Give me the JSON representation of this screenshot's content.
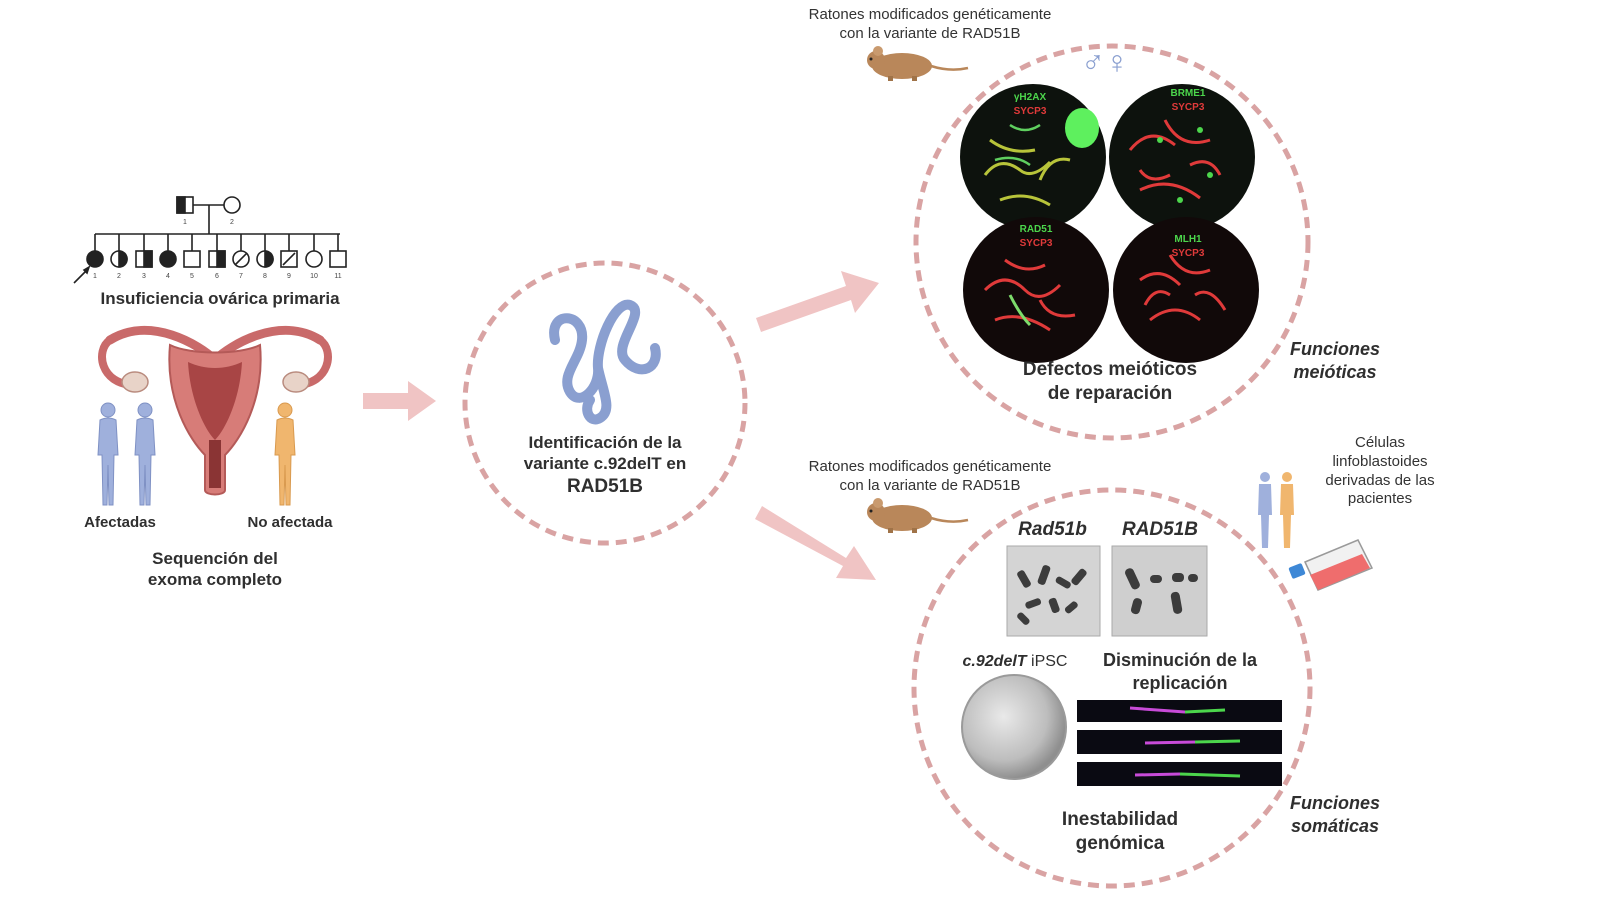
{
  "left": {
    "condition": "Insuficiencia ovárica primaria",
    "affected_label": "Afectadas",
    "unaffected_label": "No afectada",
    "method": [
      "Sequención del",
      "exoma completo"
    ],
    "pedigree_numbers": [
      "1",
      "2",
      "3",
      "4",
      "5",
      "6",
      "7",
      "8",
      "9",
      "10",
      "11"
    ],
    "founders": [
      "1",
      "2"
    ]
  },
  "center": {
    "lines": [
      "Identificación de la",
      "variante c.92delT en",
      "RAD51B"
    ]
  },
  "top": {
    "mouse_caption": [
      "Ratones modificados  genéticamente",
      "con la variante de RAD51B"
    ],
    "sex_symbols": "♂♀",
    "panels": [
      {
        "green": "γH2AX",
        "red": "SYCP3"
      },
      {
        "green": "BRME1",
        "red": "SYCP3"
      },
      {
        "green": "RAD51",
        "red": "SYCP3"
      },
      {
        "green": "MLH1",
        "red": "SYCP3"
      }
    ],
    "caption": [
      "Defectos meióticos",
      "de reparación"
    ],
    "function_label": [
      "Funciones",
      "meióticas"
    ]
  },
  "bottom": {
    "mouse_caption": [
      "Ratones modificados  genéticamente",
      "con la variante de RAD51B"
    ],
    "cells_caption": [
      "Células",
      "linfoblastoides",
      "derivadas de las",
      "pacientes"
    ],
    "karyo_labels": [
      "Rad51b",
      "RAD51B"
    ],
    "ipsc_label_italic": "c.92delT",
    "ipsc_label_rest": " iPSC",
    "replication": [
      "Disminución de la",
      "replicación"
    ],
    "instability": [
      "Inestabilidad",
      "genómica"
    ],
    "function_label": [
      "Funciones",
      "somáticas"
    ]
  },
  "colors": {
    "arrow": "#f0c4c4",
    "dashed_circle": "#d9a3a3",
    "protein": "#8a9fd0",
    "uterus": "#c96a6a",
    "affected_person": "#9fb0dc",
    "unaffected_person": "#f0b66e",
    "mouse": "#b9875a",
    "micro_green": "#4cd64c",
    "micro_red": "#e03a3a"
  }
}
